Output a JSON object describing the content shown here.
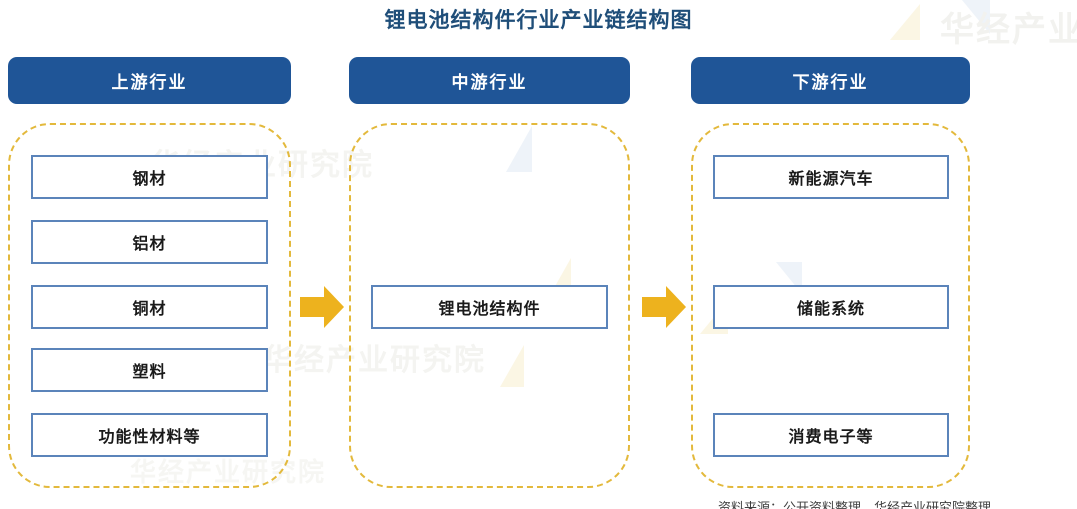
{
  "page": {
    "title": "锂电池结构件行业产业链结构图",
    "watermark": "华经产业研究院",
    "watermark_short": "华经产业研",
    "source_note": "资料来源：公开资料整理、华经产业研究院整理"
  },
  "colors": {
    "header_blue": "#1F5597",
    "title_blue": "#1F4E79",
    "dashed_gold": "#E3B93C",
    "arrow_gold": "#EDB21E",
    "box_border_blue": "#5B84BA"
  },
  "columns": [
    {
      "id": "upstream",
      "header": "上游行业",
      "items": [
        {
          "label": "钢材"
        },
        {
          "label": "铝材"
        },
        {
          "label": "铜材"
        },
        {
          "label": "塑料"
        },
        {
          "label": "功能性材料等"
        }
      ]
    },
    {
      "id": "midstream",
      "header": "中游行业",
      "items": [
        {
          "label": "锂电池结构件"
        }
      ]
    },
    {
      "id": "downstream",
      "header": "下游行业",
      "items": [
        {
          "label": "新能源汽车"
        },
        {
          "label": "储能系统"
        },
        {
          "label": "消费电子等"
        }
      ]
    }
  ],
  "arrows": [
    {
      "name": "upstream-to-midstream",
      "direction": "right"
    },
    {
      "name": "midstream-to-downstream",
      "direction": "right"
    }
  ]
}
